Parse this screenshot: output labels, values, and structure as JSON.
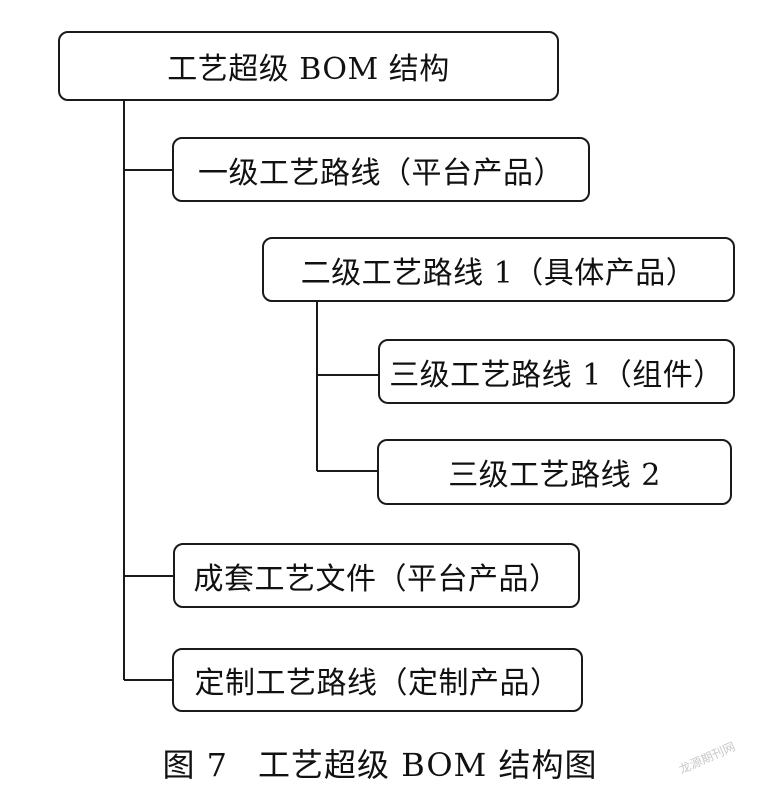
{
  "diagram": {
    "nodes": {
      "root": "工艺超级 BOM 结构",
      "level1": "一级工艺路线（平台产品）",
      "level2": "二级工艺路线 1（具体产品）",
      "level3_1": "三级工艺路线 1（组件）",
      "level3_2": "三级工艺路线 2",
      "set_docs": "成套工艺文件（平台产品）",
      "custom": "定制工艺路线（定制产品）"
    },
    "caption": {
      "figure_number": "图 7",
      "title": "工艺超级 BOM 结构图"
    },
    "watermark": "龙源期刊网"
  }
}
